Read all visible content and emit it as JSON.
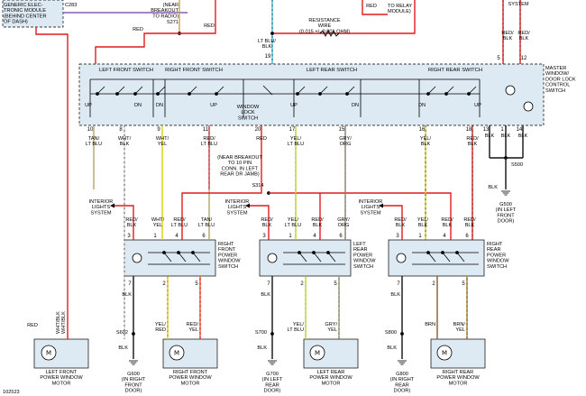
{
  "colors": {
    "red": "#e01c1c",
    "ltblu": "#3fb8d8",
    "tan": "#c8a24a",
    "gray": "#7a7a7a",
    "black": "#111111",
    "yel": "#d4d400",
    "grn": "#3ba84a",
    "brn": "#8b5a2b",
    "org": "#e07a1e",
    "purple": "#8a5bb5",
    "box": "#ddeaf3"
  },
  "top": {
    "module": [
      "GENERIC ELEC-",
      "TRONIC MODULE",
      "(BEHIND CENTER",
      "OF DASH)"
    ],
    "connector": "C283",
    "breakout_radio": [
      "(NEAR",
      "BREAKOUT",
      "TO RADIO)"
    ],
    "splice_radio": "S271",
    "wire_red_1": "RED",
    "wire_red_2": "RED",
    "wire_ltblu_blk": [
      "LT BLU/",
      "BLK"
    ],
    "relay_red": "RED",
    "relay_module": [
      "TO RELAY",
      "MODULE)"
    ],
    "system": "SYSTEM",
    "resistance": [
      "RESISTANCE",
      "WIRE",
      "(0.015 +/- 0.001 OHM)"
    ],
    "pin_19": "19",
    "top_right_pins": [
      "5",
      "12"
    ],
    "top_right_wires": [
      [
        "RED/",
        "BLK"
      ],
      [
        "RED/",
        "BLK"
      ]
    ]
  },
  "master": {
    "title": [
      "MASTER",
      "WINDOW/",
      "DOOR LOCK",
      "CONTROL",
      "SWITCH"
    ],
    "lf_switch": "LEFT FRONT SWITCH",
    "rf_switch": "RIGHT FRONT SWITCH",
    "lr_switch": "LEFT REAR SWITCH",
    "rr_switch": "RIGHT REAR SWITCH",
    "window_lock": [
      "WINDOW",
      "LOCK",
      "SWITCH"
    ],
    "up": "UP",
    "dn": "DN",
    "pins": [
      "10",
      "8",
      "9",
      "11",
      "20",
      "17",
      "15",
      "16",
      "18",
      "13",
      "1",
      "14"
    ],
    "wires": [
      [
        "TAN/",
        "LT BLU"
      ],
      [
        "WHT/",
        "BLK"
      ],
      [
        "WHT/",
        "YEL"
      ],
      [
        "RED/",
        "LT BLU"
      ],
      [
        "RED"
      ],
      [
        "YEL/",
        "LT BLU"
      ],
      [
        "GRY/",
        "ORG"
      ],
      [
        "YEL/",
        "BLK"
      ],
      [
        "RED/",
        "BLK"
      ],
      [
        "BLK"
      ],
      [
        "BLK"
      ],
      [
        "BLK"
      ]
    ]
  },
  "middle": {
    "breakout": [
      "(NEAR BREAKOUT",
      "TO 10 PIN",
      "CONN. IN LEFT",
      "REAR DR JAMB)"
    ],
    "splice": "S314",
    "s500": "S500",
    "g500_wire": "BLK",
    "g500": [
      "G500",
      "(IN LEFT",
      "FRONT",
      "DOOR)"
    ]
  },
  "lower": {
    "interior_lights": [
      "INTERIOR",
      "LIGHTS",
      "SYSTEM"
    ],
    "rf_title": [
      "RIGHT",
      "FRONT",
      "POWER",
      "WINDOW",
      "SWITCH"
    ],
    "lr_title": [
      "LEFT",
      "REAR",
      "POWER",
      "WINDOW",
      "SWITCH"
    ],
    "rr_title": [
      "RIGHT",
      "REAR",
      "POWER",
      "WINDOW",
      "SWITCH"
    ],
    "rf_top_pins": [
      "3",
      "1",
      "4",
      "6"
    ],
    "rf_top_wires": [
      [
        "RED/",
        "BLK"
      ],
      [
        "WHT/",
        "YEL"
      ],
      [
        "RED/",
        "LT BLU"
      ],
      [
        "TAN/",
        "LT BLU"
      ]
    ],
    "lr_top_pins": [
      "3",
      "1",
      "4",
      "6"
    ],
    "lr_top_wires": [
      [
        "RED/",
        "BLK"
      ],
      [
        "YEL/",
        "LT BLU"
      ],
      [
        "RED/",
        "BLK"
      ],
      [
        "GRY/",
        "ORG"
      ]
    ],
    "rr_top_pins": [
      "3",
      "1",
      "4",
      "6"
    ],
    "rr_top_wires": [
      [
        "RED/",
        "BLK"
      ],
      [
        "YEL/",
        "BLK"
      ],
      [
        "RED/",
        "BLK"
      ],
      [
        "RED/",
        "BLK"
      ]
    ],
    "bottom_pins": [
      "7",
      "2",
      "5"
    ],
    "rf_bottom_wires": [
      [
        "BLK"
      ],
      [
        "YEL/",
        "RED"
      ],
      [
        "RED/",
        "YEL"
      ]
    ],
    "lr_bottom_wires": [
      [
        "BLK"
      ],
      [
        "YEL/",
        "LT BLU"
      ],
      [
        "GRY/",
        "YEL"
      ]
    ],
    "rr_bottom_wires": [
      [
        "BLK"
      ],
      [
        "BRN"
      ],
      [
        "BRN/",
        "YEL"
      ]
    ],
    "splices": [
      "S602",
      "S700",
      "S800"
    ],
    "ground_wires": [
      "BLK",
      "BLK",
      "BLK"
    ],
    "grounds": [
      [
        "G600",
        "(IN RIGHT",
        "FRONT",
        "DOOR)"
      ],
      [
        "G700",
        "(IN LEFT",
        "REAR",
        "DOOR)"
      ],
      [
        "G800",
        "(IN RIGHT",
        "REAR",
        "DOOR)"
      ]
    ],
    "lf_wires": [
      [
        "RED"
      ],
      [
        "WHT/BLK"
      ],
      [
        "WHT/BLK"
      ]
    ],
    "motors": [
      [
        "LEFT FRONT",
        "POWER WINDOW",
        "MOTOR"
      ],
      [
        "RIGHT FRONT",
        "POWER WINDOW",
        "MOTOR"
      ],
      [
        "LEFT REAR",
        "POWER WINDOW",
        "MOTOR"
      ],
      [
        "RIGHT REAR",
        "POWER WINDOW",
        "MOTOR"
      ]
    ],
    "motor_glyph": "M",
    "figure_id": "102523"
  }
}
